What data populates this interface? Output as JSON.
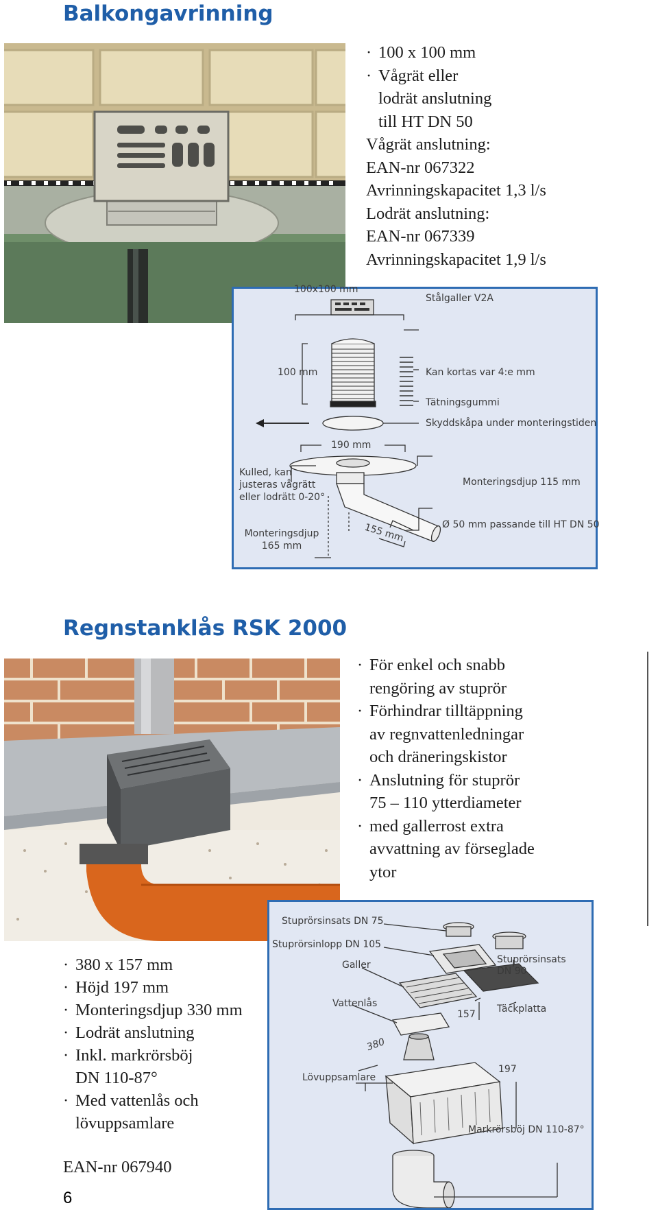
{
  "section1": {
    "heading": "Balkongavrinning",
    "specs": [
      {
        "text": "100 x 100 mm",
        "bullet": true
      },
      {
        "text": "Vågrät eller",
        "bullet": true
      },
      {
        "text": "lodrät anslutning",
        "indent": true
      },
      {
        "text": "till HT DN 50",
        "indent": true
      },
      {
        "text": "Vågrät anslutning:"
      },
      {
        "text": "EAN-nr 067322"
      },
      {
        "text": "Avrinningskapacitet 1,3 l/s"
      },
      {
        "text": "Lodrät anslutning:"
      },
      {
        "text": "EAN-nr 067339"
      },
      {
        "text": "Avrinningskapacitet 1,9 l/s"
      }
    ],
    "diagram": {
      "dim_100x100": "100x100 mm",
      "stalgaller": "Stålgaller V2A",
      "dim_100": "100 mm",
      "kan_kortas": "Kan kortas var 4:e mm",
      "tatningsgummi": "Tätningsgummi",
      "skyddskapa": "Skyddskåpa under monteringstiden",
      "dim_190": "190 mm",
      "kulled_1": "Kulled, kan",
      "kulled_2": "justeras vågrätt",
      "kulled_3": "eller lodrätt 0-20°",
      "monteringsdjup_115": "Monteringsdjup 115 mm",
      "dim_155": "155 mm",
      "diameter_50": "Ø 50 mm passande till HT DN 50",
      "monteringsdjup_165_1": "Monteringsdjup",
      "monteringsdjup_165_2": "165 mm"
    }
  },
  "section2": {
    "heading": "Regnstanklås RSK 2000",
    "features": [
      {
        "text": "För enkel och snabb",
        "bullet": true
      },
      {
        "text": "rengöring av stuprör",
        "indent": true
      },
      {
        "text": "Förhindrar tilltäppning",
        "bullet": true
      },
      {
        "text": "av regnvattenledningar",
        "indent": true
      },
      {
        "text": "och dräneringskistor",
        "indent": true
      },
      {
        "text": "Anslutning för stuprör",
        "bullet": true
      },
      {
        "text": "75 – 110 ytterdiameter",
        "indent": true
      },
      {
        "text": "med gallerrost extra",
        "bullet": true
      },
      {
        "text": "avvattning av förseglade",
        "indent": true
      },
      {
        "text": "ytor",
        "indent": true
      }
    ],
    "specs": [
      {
        "text": "380 x 157 mm",
        "bullet": true
      },
      {
        "text": "Höjd 197 mm",
        "bullet": true
      },
      {
        "text": "Monteringsdjup 330 mm",
        "bullet": true
      },
      {
        "text": "Lodrät anslutning",
        "bullet": true
      },
      {
        "text": "Inkl. markrörsböj",
        "bullet": true
      },
      {
        "text": "DN 110-87°",
        "indent": true
      },
      {
        "text": "Med vattenlås och",
        "bullet": true
      },
      {
        "text": "lövuppsamlare",
        "indent": true
      }
    ],
    "ean": "EAN-nr 067940",
    "diagram": {
      "stuprorsinsats_75": "Stuprörsinsats DN 75",
      "stuprorsinlopp_105": "Stuprörsinlopp DN 105",
      "galler": "Galler",
      "stuprorsinsats_90_1": "Stuprörsinsats",
      "stuprorsinsats_90_2": "DN 90",
      "vattenlas": "Vattenlås",
      "dim_157": "157",
      "tackplatta": "Täckplatta",
      "dim_380": "380",
      "lovuppsamlare": "Lövuppsamlare",
      "dim_197": "197",
      "markrorsboj": "Markrörsböj DN 110-87°"
    }
  },
  "page_number": "6"
}
